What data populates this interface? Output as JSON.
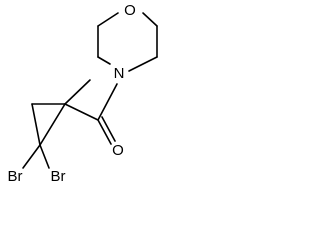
{
  "molecule": {
    "atoms": [
      {
        "id": "o_ring",
        "symbol": "O"
      },
      {
        "id": "n_ring",
        "symbol": "N"
      },
      {
        "id": "o_carbonyl",
        "symbol": "O"
      },
      {
        "id": "br1",
        "symbol": "Br"
      },
      {
        "id": "br2",
        "symbol": "Br"
      }
    ]
  },
  "colors": {
    "bond": "#000000",
    "label": "#000000"
  }
}
